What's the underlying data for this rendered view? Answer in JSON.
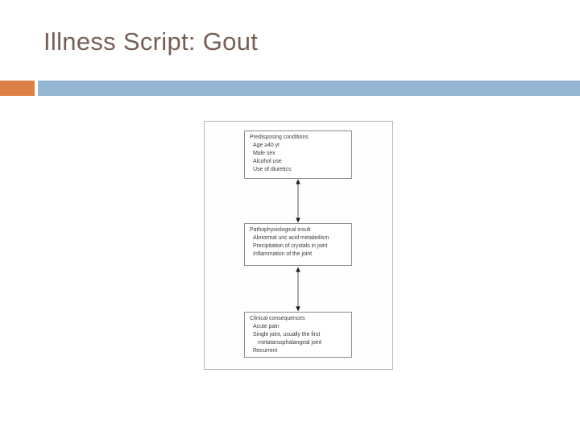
{
  "slide": {
    "title": "Illness Script: Gout"
  },
  "colors": {
    "title_text": "#775F55",
    "accent_orange": "#DD8047",
    "accent_blue": "#94B6D2",
    "figure_border": "#b3b3b3",
    "box_border": "#8c8c8c",
    "box_text": "#3c3c3c",
    "arrow": "#1a1a1a"
  },
  "figure": {
    "description": "three-stage flowchart linked by double-headed vertical arrows",
    "boxes": [
      {
        "header": "Predisposing conditions",
        "items": [
          "Age ≥40 yr",
          "Male sex",
          "Alcohol use",
          "Use of diuretics"
        ]
      },
      {
        "header": "Pathophysiological insult",
        "items": [
          "Abnormal uric acid metabolism",
          "Precipitation of crystals in joint",
          "Inflammation of the joint"
        ]
      },
      {
        "header": "Clinical consequences",
        "items": [
          "Acute pain",
          "Single joint, usually the first",
          "metatarsophalangeal joint",
          "Recurrent"
        ]
      }
    ]
  }
}
